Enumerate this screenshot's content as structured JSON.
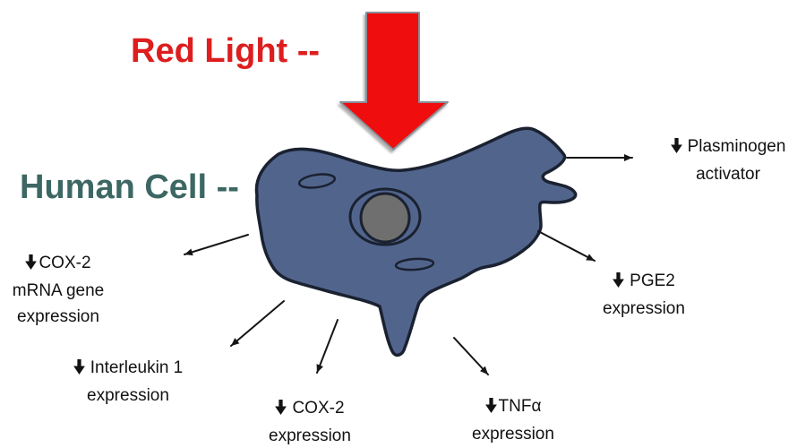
{
  "diagram": {
    "stimulus_label": "Red Light --",
    "cell_label": "Human Cell --",
    "effects": {
      "plasminogen": {
        "line1": "Plasminogen",
        "line2": "activator"
      },
      "pge2": {
        "line1": "PGE2",
        "line2": "expression"
      },
      "cox2_mrna": {
        "line1": "COX-2",
        "line2": "mRNA gene",
        "line3": "expression"
      },
      "interleukin": {
        "line1": "Interleukin 1",
        "line2": "expression"
      },
      "cox2": {
        "line1": "COX-2",
        "line2": "expression"
      },
      "tnfa": {
        "line1": "TNFα",
        "line2": "expression"
      }
    },
    "icons": {
      "decrease_arrow": "↓",
      "red_light_arrow": "large-red-block-arrow-down"
    },
    "colors": {
      "background": "#ffffff",
      "red_accent": "#dd1e1e",
      "red_arrow_fill": "#ef1010",
      "teal_accent": "#3c6763",
      "cell_fill": "#51648c",
      "cell_outline": "#1a2130",
      "nucleus_fill": "#6f6f6f",
      "label_text": "#121212"
    }
  }
}
